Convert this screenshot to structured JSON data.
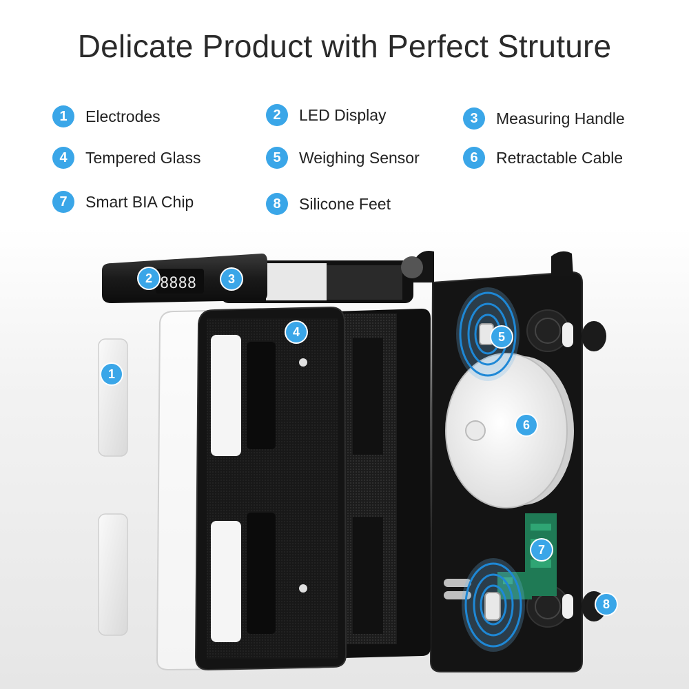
{
  "title": "Delicate Product with Perfect Struture",
  "accent_color": "#3aa6e8",
  "legend": [
    {
      "num": "1",
      "label": "Electrodes"
    },
    {
      "num": "2",
      "label": "LED Display"
    },
    {
      "num": "3",
      "label": "Measuring Handle"
    },
    {
      "num": "4",
      "label": "Tempered Glass"
    },
    {
      "num": "5",
      "label": "Weighing Sensor"
    },
    {
      "num": "6",
      "label": "Retractable Cable"
    },
    {
      "num": "7",
      "label": "Smart BIA Chip"
    },
    {
      "num": "8",
      "label": "Silicone Feet"
    }
  ],
  "markers": {
    "m1": "1",
    "m2": "2",
    "m3": "3",
    "m4": "4",
    "m5": "5",
    "m6": "6",
    "m7": "7",
    "m8": "8"
  },
  "handle_display": "8888"
}
